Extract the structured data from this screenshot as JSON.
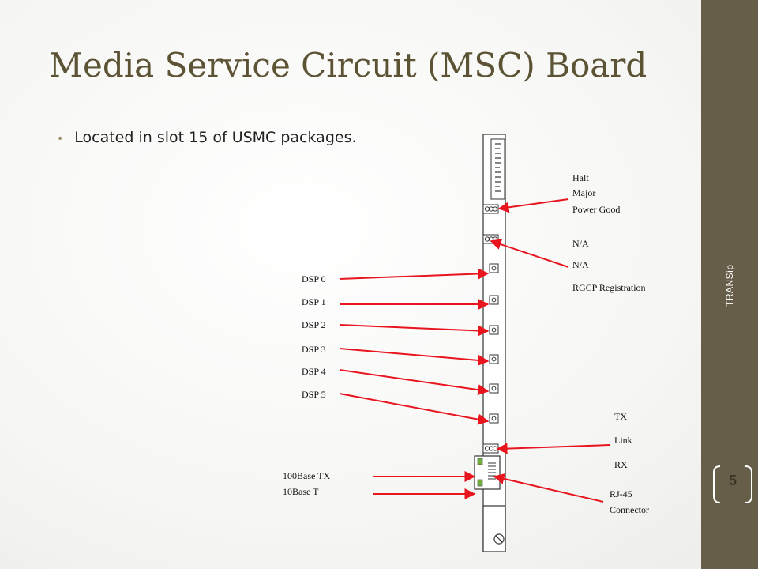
{
  "slide": {
    "title": "Media Service Circuit (MSC) Board",
    "bullet": "Located in slot 15 of USMC packages.",
    "side_label": "TRANSip",
    "page_number": "5"
  },
  "diagram": {
    "status_leds": [
      "Halt",
      "Major",
      "Power Good"
    ],
    "registration_leds": [
      "N/A",
      "N/A",
      "RGCP Registration"
    ],
    "dsp_leds": [
      "DSP 0",
      "DSP 1",
      "DSP 2",
      "DSP 3",
      "DSP 4",
      "DSP 5"
    ],
    "link_leds": [
      "TX",
      "Link",
      "RX"
    ],
    "ethernet_leds": [
      "100Base TX",
      "10Base T"
    ],
    "connector": [
      "RJ-45",
      "Connector"
    ]
  },
  "colors": {
    "accent": "#665e48",
    "title": "#5b5334",
    "arrow": "#e8141e"
  }
}
